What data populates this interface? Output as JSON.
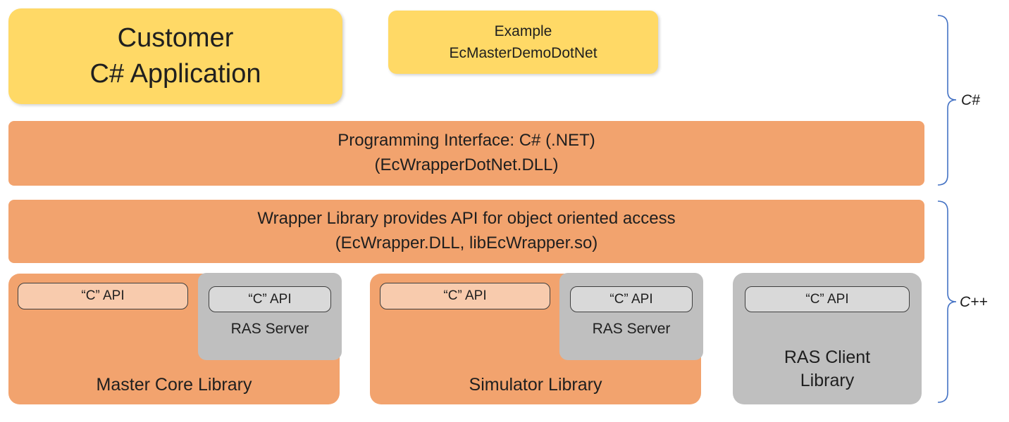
{
  "boxes": {
    "customer_app": {
      "label": "Customer\nC# Application"
    },
    "example": {
      "label": "Example\nEcMasterDemoDotNet"
    },
    "programming_interface": {
      "label": "Programming Interface: C# (.NET)\n(EcWrapperDotNet.DLL)"
    },
    "wrapper_library": {
      "label": "Wrapper Library provides API for object oriented access\n(EcWrapper.DLL, libEcWrapper.so)"
    },
    "master_core": {
      "label": "Master Core Library",
      "c_api": "“C” API",
      "ras_server": {
        "label": "RAS Server",
        "c_api": "“C” API"
      }
    },
    "simulator": {
      "label": "Simulator Library",
      "c_api": "“C” API",
      "ras_server": {
        "label": "RAS Server",
        "c_api": "“C” API"
      }
    },
    "ras_client": {
      "label": "RAS Client\nLibrary",
      "c_api": "“C” API"
    }
  },
  "brackets": {
    "top_label": "C#",
    "bottom_label": "C++"
  },
  "colors": {
    "yellow": "#FFD966",
    "orange": "#F2A36E",
    "light_orange": "#F8CBAD",
    "gray": "#BFBFBF",
    "light_gray": "#D9D9D9",
    "brace_blue": "#4472C4"
  }
}
